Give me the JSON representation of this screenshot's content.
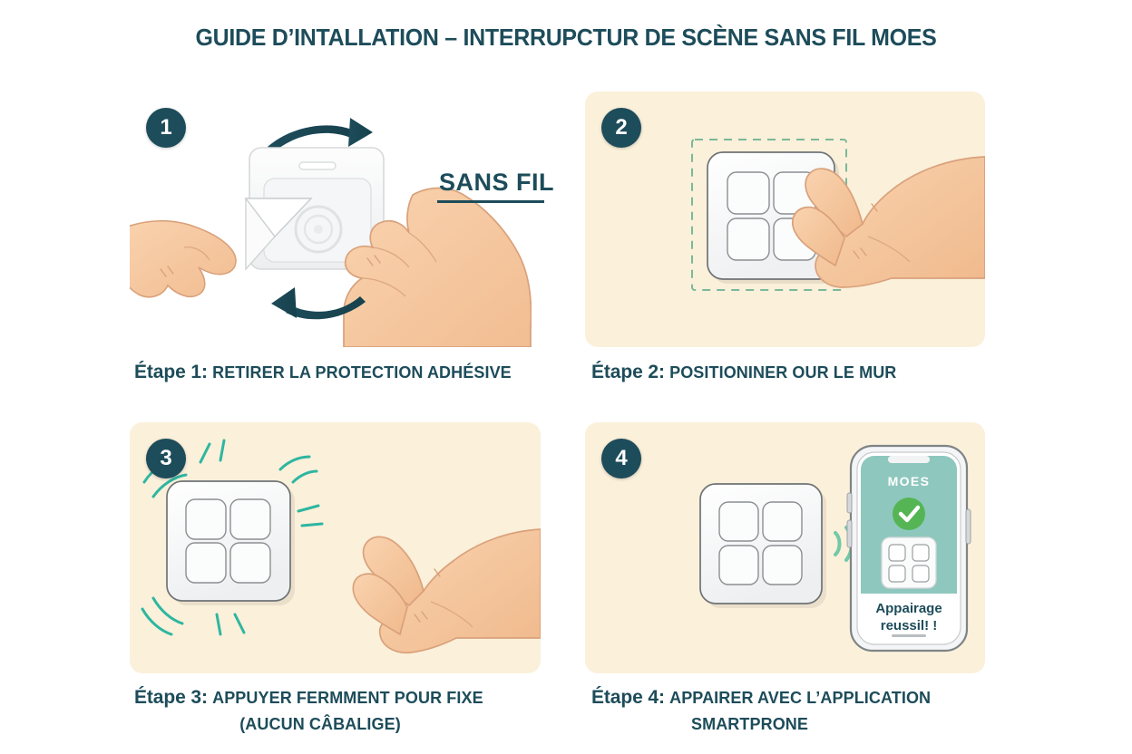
{
  "title": "GUIDE D’INTALLATION – INTERRUPCTUR DE SCÈNE SANS FIL MOES",
  "colors": {
    "title_teal": "#1d4c5a",
    "panel_cream": "#fbf0da",
    "page_background": "#ffffff",
    "accent_green": "#3aa98f",
    "dashed_guide_green": "#7bb89a",
    "success_green": "#55b555",
    "phone_screen_teal": "#8ec7bd",
    "skin": "#f6c9a0",
    "device_white": "#fbfbfb"
  },
  "highlight": {
    "label": "SANS FIL"
  },
  "steps": [
    {
      "number": "1",
      "badge": "1",
      "step_word": "Étape 1:",
      "text": "RETIRER LA PROTECTION ADHÉSIVE",
      "text_line2": "",
      "panel_background": "#ffffff",
      "illustration": "two-hands-peeling-adhesive-film-from-switch-with-rotation-arrows"
    },
    {
      "number": "2",
      "badge": "2",
      "step_word": "Étape 2:",
      "text": "POSITIONINER OUR LE MUR",
      "text_line2": "",
      "panel_background": "#fbf0da",
      "illustration": "hand-placing-four-button-switch-inside-dashed-wall-guide"
    },
    {
      "number": "3",
      "badge": "3",
      "step_word": "Étape 3:",
      "text": "APPUYER FERMMENT POUR FIXE",
      "text_line2": "(AUCUN CÂBALIGE)",
      "panel_background": "#fbf0da",
      "illustration": "finger-pressing-switch-firmly-with-impact-lines"
    },
    {
      "number": "4",
      "badge": "4",
      "step_word": "Étape 4:",
      "text": "APPAIRER AVEC L’APPLICATION",
      "text_line2": "SMARTPRONE",
      "panel_background": "#fbf0da",
      "illustration": "switch-pairing-wirelessly-with-smartphone-app"
    }
  ],
  "phone": {
    "app_name": "MOES",
    "status_icon": "check-circle-icon",
    "message_line1": "Appairage",
    "message_line2": "reussil! !"
  },
  "device": {
    "buttons": 4,
    "type": "wireless-scene-switch"
  }
}
